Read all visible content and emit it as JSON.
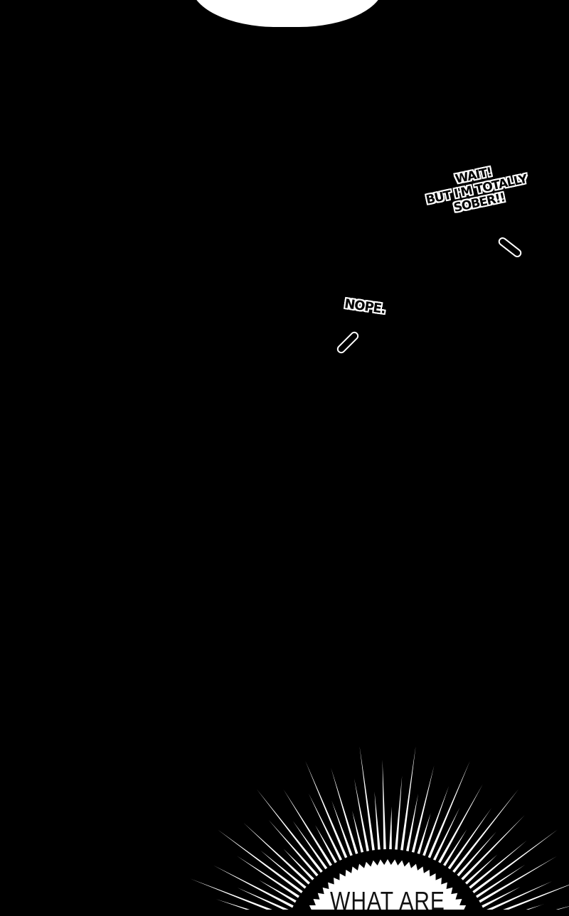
{
  "panel": {
    "dialogue_wait": [
      "WAIT!",
      "BUT I'M TOTALLY",
      "SOBER!!"
    ],
    "dialogue_nope": "NOPE.",
    "shout_text": "WHAT ARE"
  },
  "colors": {
    "background": "#000000",
    "bubble": "#ffffff"
  }
}
